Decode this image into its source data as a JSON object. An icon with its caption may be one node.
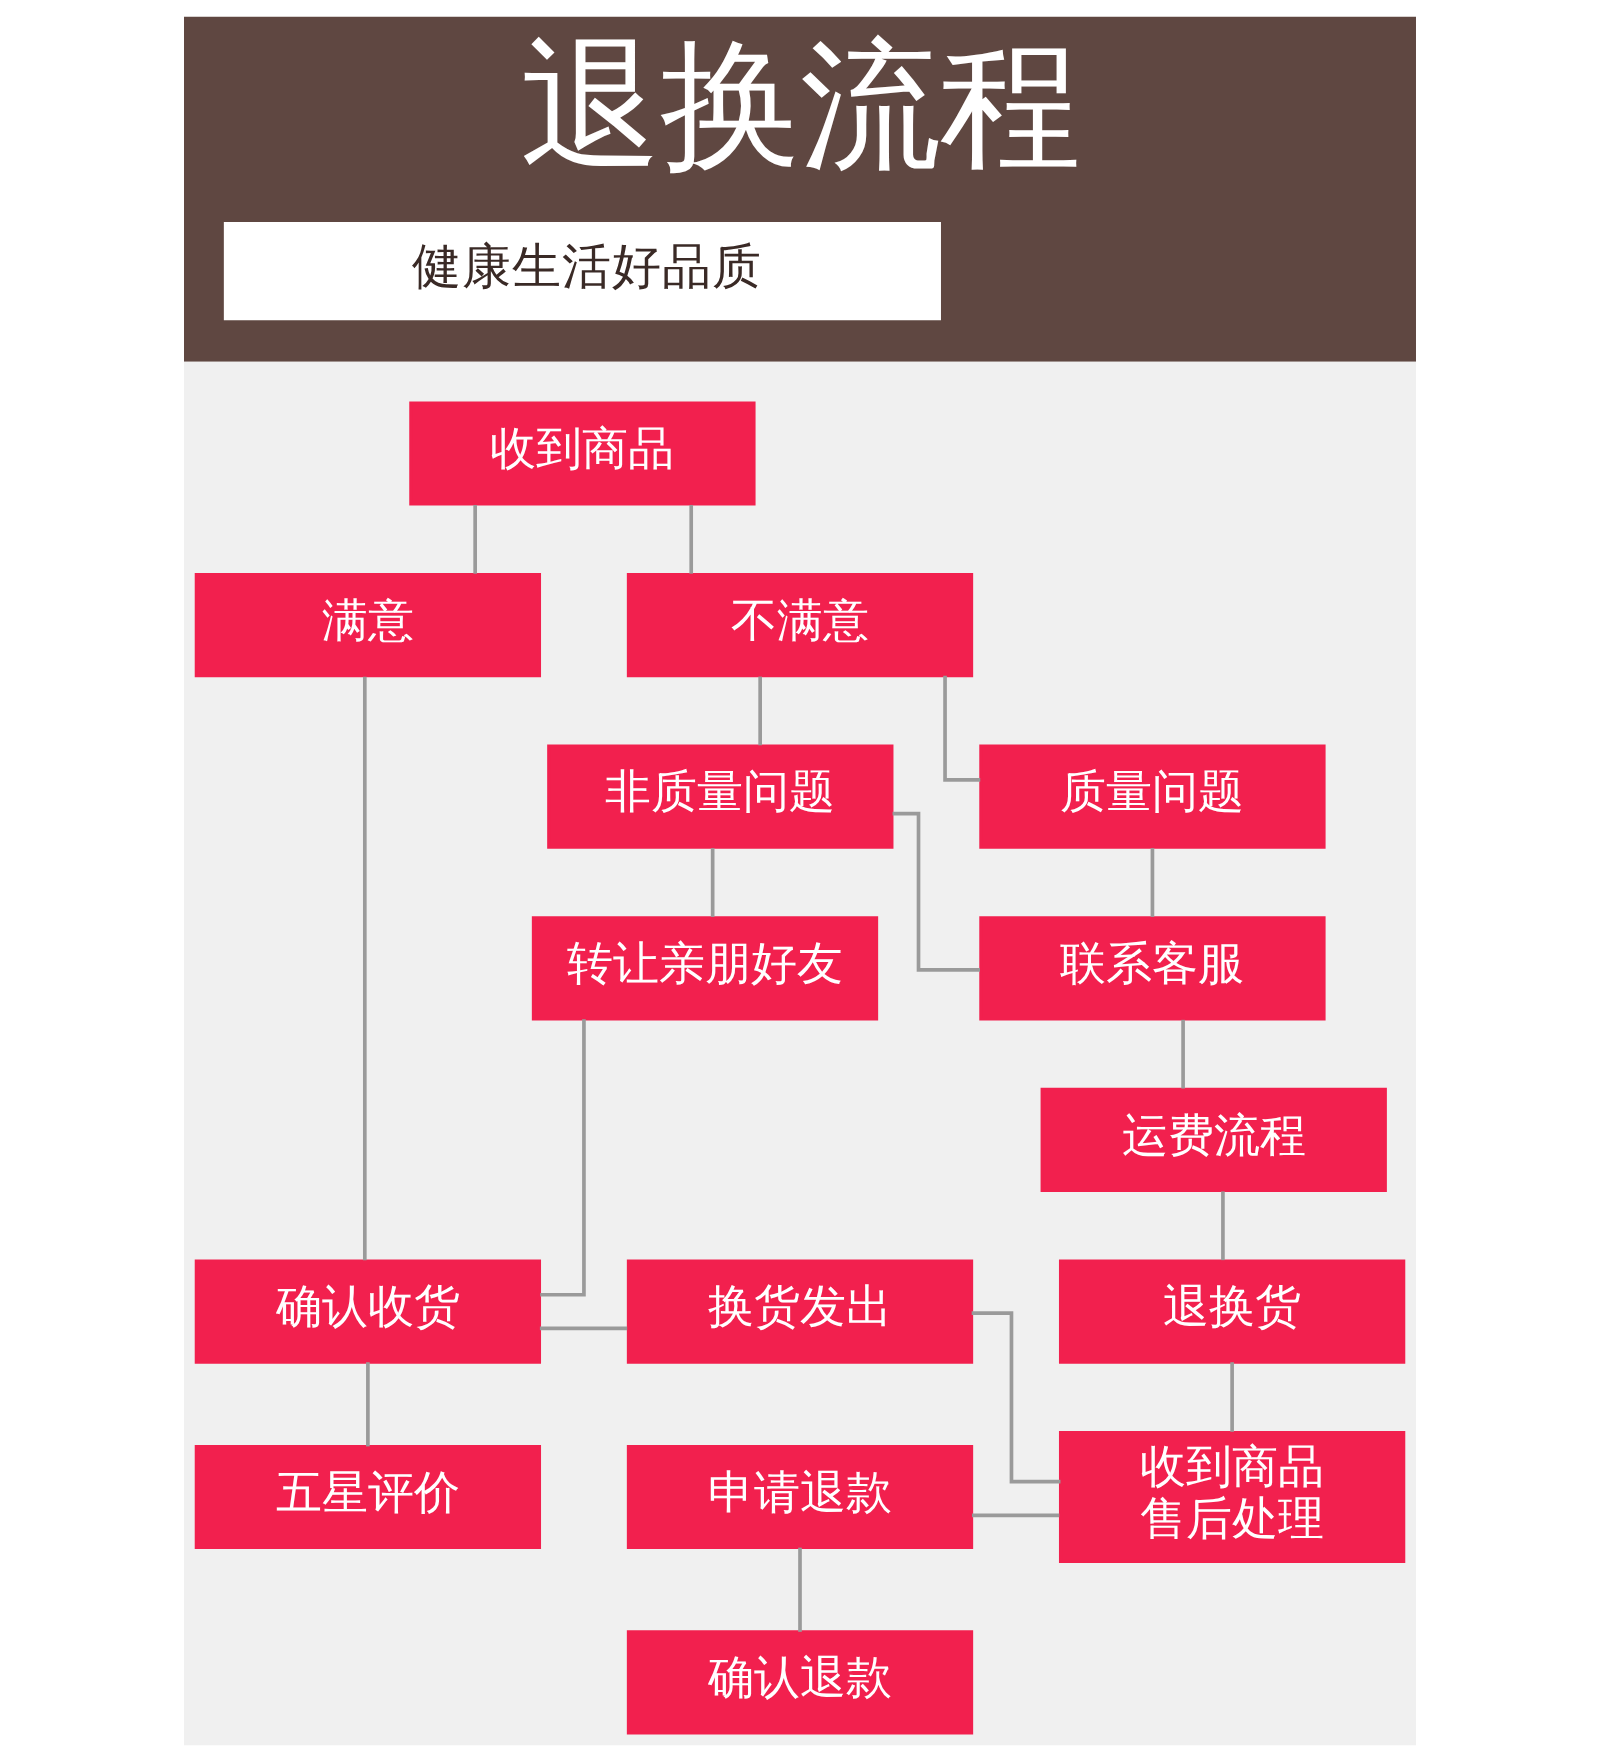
{
  "diagram": {
    "title": "退换流程",
    "nodes": [
      {
        "text": [
          "收到商品"
        ]
      },
      {
        "text": [
          "满意"
        ]
      },
      {
        "text": [
          "不满意"
        ]
      },
      {
        "text": [
          "非质量问题"
        ]
      },
      {
        "text": [
          "质量问题"
        ]
      },
      {
        "text": [
          "转让亲朋好友"
        ]
      },
      {
        "text": [
          "联系客服"
        ]
      },
      {
        "text": [
          "运费流程"
        ]
      },
      {
        "text": [
          "确认收货"
        ]
      },
      {
        "text": [
          "换货发出"
        ]
      },
      {
        "text": [
          "退换货"
        ]
      },
      {
        "text": [
          "五星评价"
        ]
      },
      {
        "text": [
          "申请退款"
        ]
      },
      {
        "text": [
          "收到商品售后处理"
        ]
      },
      {
        "text": [
          "确认退款"
        ]
      }
    ],
    "edges": [
      {
        "from": 0,
        "to": 1,
        "arrow": "none"
      },
      {
        "from": 0,
        "to": 2,
        "arrow": "none"
      },
      {
        "from": 1,
        "to": 8,
        "arrow": "none"
      },
      {
        "from": 2,
        "to": 3,
        "arrow": "none"
      },
      {
        "from": 2,
        "to": 4,
        "arrow": "none"
      },
      {
        "from": 3,
        "to": 5,
        "arrow": "none"
      },
      {
        "from": 3,
        "to": 6,
        "arrow": "none"
      },
      {
        "from": 4,
        "to": 6,
        "arrow": "none"
      },
      {
        "from": 5,
        "to": 8,
        "arrow": "none"
      },
      {
        "from": 6,
        "to": 7,
        "arrow": "none"
      },
      {
        "from": 7,
        "to": 10,
        "arrow": "none"
      },
      {
        "from": 8,
        "to": 9,
        "arrow": "none"
      },
      {
        "from": 8,
        "to": 11,
        "arrow": "none"
      },
      {
        "from": 10,
        "to": 13,
        "arrow": "none"
      },
      {
        "from": 9,
        "to": 13,
        "arrow": "none"
      },
      {
        "from": 12,
        "to": 13,
        "arrow": "none"
      },
      {
        "from": 12,
        "to": 14,
        "arrow": "none"
      }
    ],
    "labels": [
      "健康生活好品质"
    ]
  }
}
